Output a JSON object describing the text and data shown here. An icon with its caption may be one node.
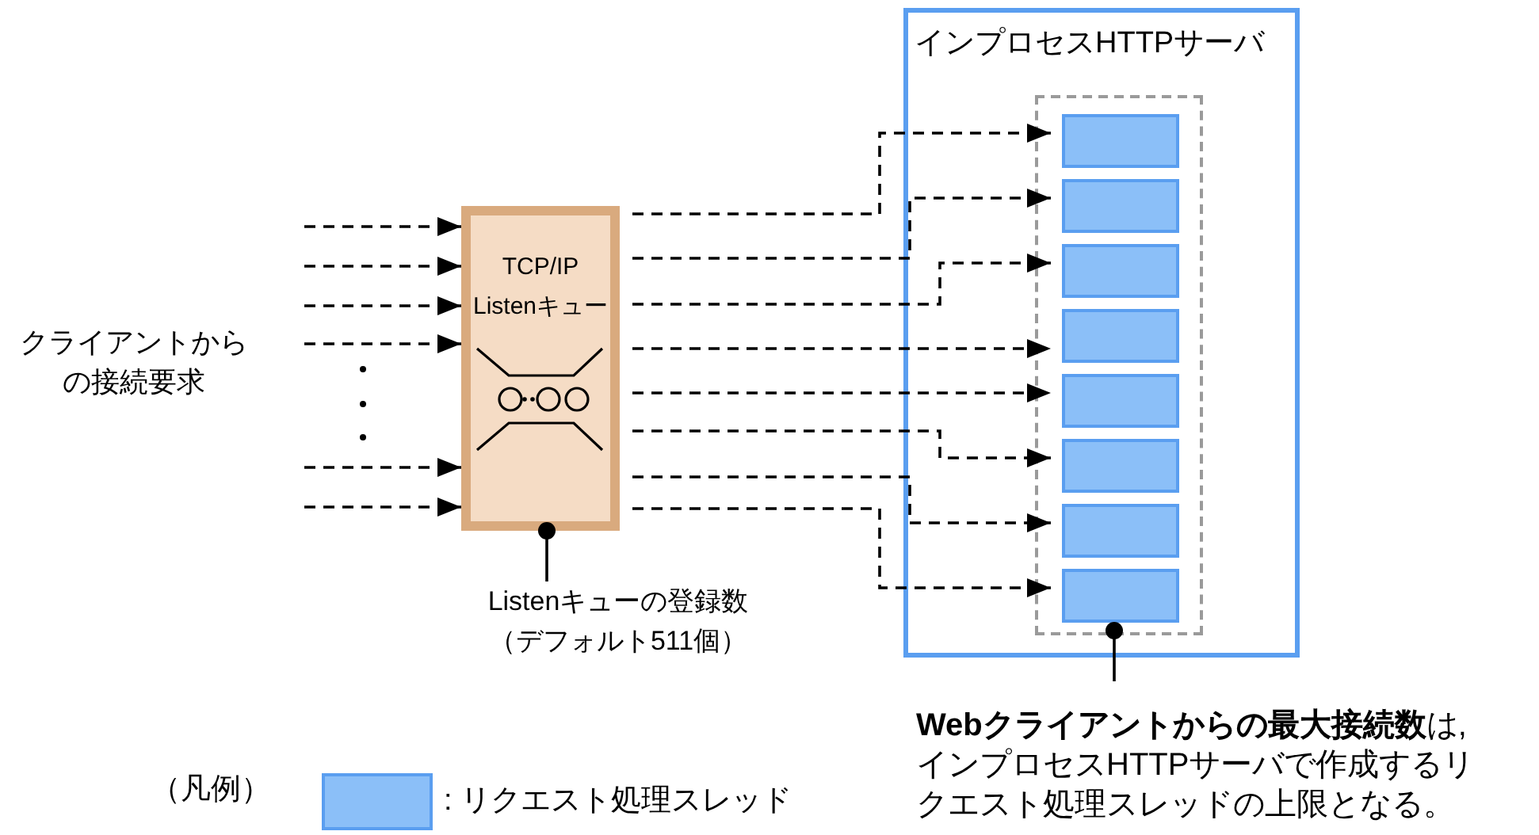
{
  "diagram": {
    "nodes": [
      {
        "text": [
          "TCP/IP Listenキュー"
        ]
      },
      {
        "text": [
          "Listenキューの登録数（デフォルト511個）"
        ]
      },
      {
        "text": [
          "インプロセスHTTPサーバ"
        ]
      },
      {
        "text": [],
        "shape": "box",
        "in": 2
      },
      {
        "text": [],
        "shape": "box",
        "in": 3
      },
      {
        "text": [],
        "shape": "box",
        "in": 3
      },
      {
        "text": [],
        "shape": "box",
        "in": 3
      },
      {
        "text": [],
        "shape": "box",
        "in": 3
      },
      {
        "text": [],
        "shape": "box",
        "in": 3
      },
      {
        "text": [],
        "shape": "box",
        "in": 3
      },
      {
        "text": [],
        "shape": "box",
        "in": 3
      },
      {
        "text": [],
        "shape": "box",
        "in": 3
      },
      {
        "text": [
          "**Webクライアントからの最大接続数**は,インプロセスHTTPサーバで作成するリクエスト処理スレッドの上限となる。"
        ]
      }
    ],
    "edges": [
      {
        "from": null,
        "to": 0,
        "arrow": "to",
        "style": "dashed"
      },
      {
        "from": null,
        "to": 0,
        "arrow": "to",
        "style": "dashed"
      },
      {
        "from": null,
        "to": 0,
        "arrow": "to",
        "style": "dashed"
      },
      {
        "from": null,
        "to": 0,
        "arrow": "to",
        "style": "dashed"
      },
      {
        "from": null,
        "to": 0,
        "arrow": "to",
        "style": "dashed"
      },
      {
        "from": null,
        "to": 0,
        "arrow": "to",
        "style": "dashed"
      },
      {
        "from": 0,
        "to": 4,
        "arrow": "to",
        "style": "dashed"
      },
      {
        "from": 0,
        "to": 5,
        "arrow": "to",
        "style": "dashed"
      },
      {
        "from": 0,
        "to": 6,
        "arrow": "to",
        "style": "dashed"
      },
      {
        "from": 0,
        "to": 7,
        "arrow": "to",
        "style": "dashed"
      },
      {
        "from": 0,
        "to": 8,
        "arrow": "to",
        "style": "dashed"
      },
      {
        "from": 0,
        "to": 9,
        "arrow": "to",
        "style": "dashed"
      },
      {
        "from": 0,
        "to": 10,
        "arrow": "to",
        "style": "dashed"
      },
      {
        "from": 0,
        "to": 11,
        "arrow": "to",
        "style": "dashed"
      },
      {
        "from": 1,
        "to": 0,
        "arrow": "other"
      },
      {
        "from": 12,
        "to": 3,
        "arrow": "other"
      }
    ],
    "labels": [
      "クライアントからの接続要求",
      "（凡例）"
    ],
    "legend": [
      {
        "text": ": リクエスト処理スレッド",
        "color": "#8bbff8"
      }
    ]
  }
}
